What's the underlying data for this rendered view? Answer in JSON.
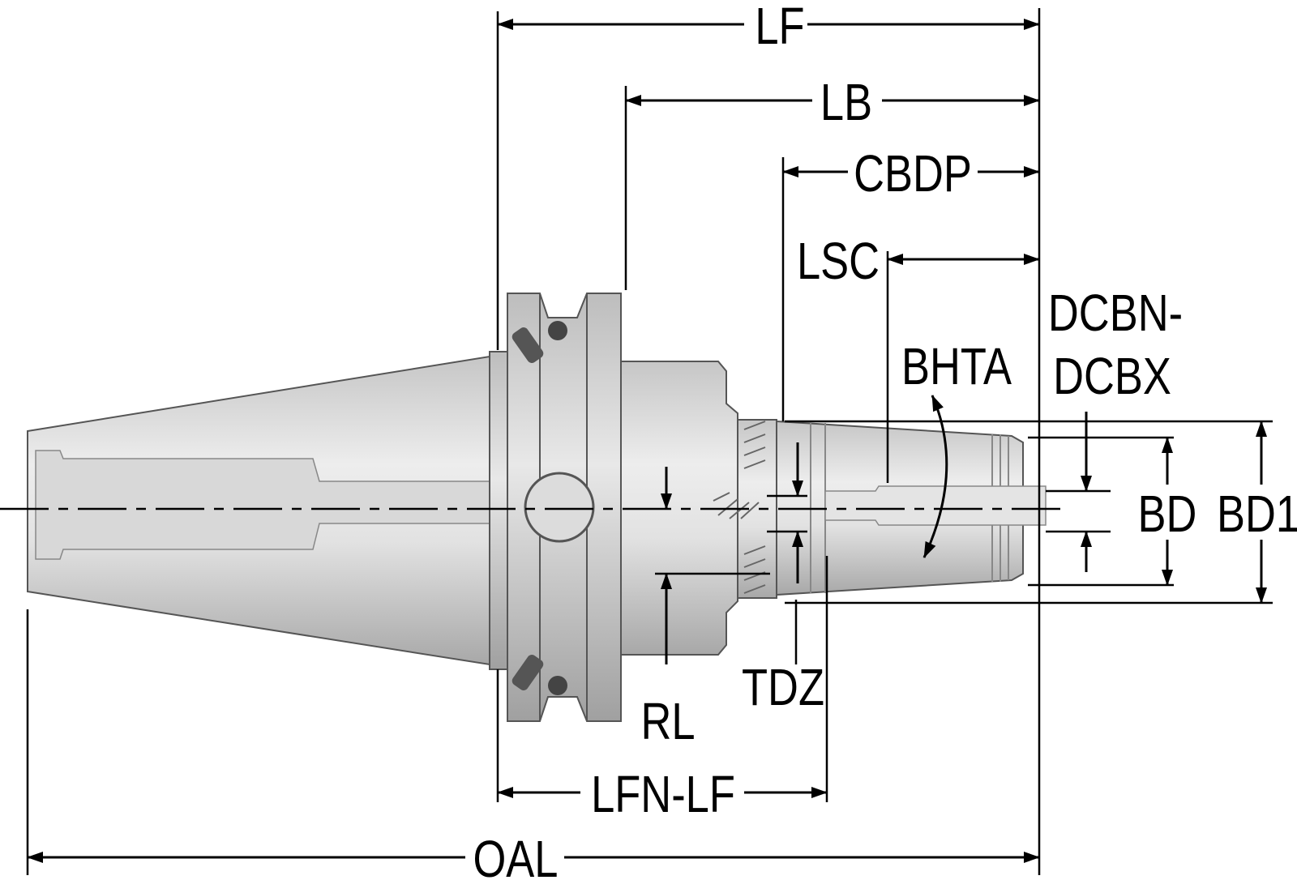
{
  "labels": {
    "lf": "LF",
    "lb": "LB",
    "cbdp": "CBDP",
    "lsc": "LSC",
    "dcbn_line1": "DCBN-",
    "dcbn_line2": "DCBX",
    "bhta": "BHTA",
    "bd": "BD",
    "bd1": "BD1",
    "rl": "RL",
    "tdz": "TDZ",
    "lfn_lf": "LFN-LF",
    "oal": "OAL"
  },
  "colors": {
    "body_light": "#e6e6e6",
    "body_mid": "#c8c8c8",
    "body_dark": "#9a9a9a",
    "line": "#000000"
  }
}
